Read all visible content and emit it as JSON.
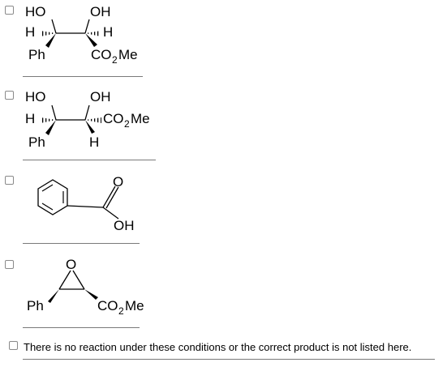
{
  "options": [
    {
      "a1": {
        "ho": "HO",
        "h": "H",
        "ph": "Ph"
      },
      "a2": {
        "oh": "OH",
        "h": "H",
        "co": "CO",
        "sub": "2",
        "me": "Me"
      }
    },
    {
      "a1": {
        "ho": "HO",
        "h": "H",
        "ph": "Ph"
      },
      "a2": {
        "oh": "OH",
        "co": "CO",
        "sub": "2",
        "me": "Me",
        "h": "H"
      }
    },
    {
      "o": "O",
      "oh": "OH"
    },
    {
      "o": "O",
      "ph": "Ph",
      "co": "CO",
      "sub": "2",
      "me": "Me"
    }
  ],
  "text_option": "There is no reaction under these conditions or the correct product is not listed here."
}
